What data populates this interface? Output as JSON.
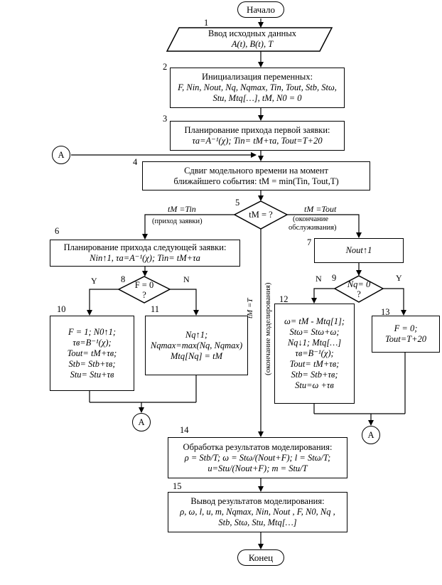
{
  "start": "Начало",
  "end": "Конец",
  "connector": "A",
  "steps": {
    "s1": {
      "num": "1",
      "lines": [
        "Ввод исходных данных",
        "A(t), B(t), T"
      ]
    },
    "s2": {
      "num": "2",
      "lines": [
        "Инициализация переменных:",
        "F, Nin, Nout, Nq, Nqmax, Tin, Tout, Stb, Stω,",
        "Stu, Mtq[…], tM, N0 = 0"
      ]
    },
    "s3": {
      "num": "3",
      "lines": [
        "Планирование прихода первой заявки:",
        "τa=A⁻¹(χ); Tin= tM+τa, Tout=T+20"
      ]
    },
    "s4": {
      "num": "4",
      "lines": [
        "Сдвиг модельного времени на момент",
        "ближайшего события: tM = min(Tin, Tout,T)"
      ]
    },
    "s5": {
      "num": "5",
      "lines": [
        "tM = ?"
      ]
    },
    "s6": {
      "num": "6",
      "lines": [
        "Планирование прихода следующей заявки:",
        "Nin↑1, τa=A⁻¹(χ); Tin= tM+τa"
      ]
    },
    "s7": {
      "num": "7",
      "lines": [
        "Nout↑1"
      ]
    },
    "s8": {
      "num": "8",
      "lines": [
        "F = 0",
        "?"
      ]
    },
    "s9": {
      "num": "9",
      "lines": [
        "Nq= 0",
        "?"
      ]
    },
    "s10": {
      "num": "10",
      "lines": [
        "F = 1; N0↑1;",
        "τв=B⁻¹(χ);",
        "Tout= tM+τв;",
        "Stb= Stb+τв;",
        "Stu= Stu+τв"
      ]
    },
    "s11": {
      "num": "11",
      "lines": [
        "Nq↑1;",
        "Nqmax=max(Nq, Nqmax)",
        "Mtq[Nq] = tM"
      ]
    },
    "s12": {
      "num": "12",
      "lines": [
        "ω= tM - Mtq[1];",
        "Stω= Stω+ω;",
        "Nq↓1; Mtq[…]",
        "τв=B⁻¹(χ);",
        "Tout= tM+τв;",
        "Stb= Stb+τв;",
        "Stu=ω +τв"
      ]
    },
    "s13": {
      "num": "13",
      "lines": [
        "F = 0;",
        "Tout=T+20"
      ]
    },
    "s14": {
      "num": "14",
      "lines": [
        "Обработка результатов моделирования:",
        "ρ = Stb/T; ω = Stω/(Nout+F); l = Stω/T;",
        "u=Stu/(Nout+F); m = Stu/T"
      ]
    },
    "s15": {
      "num": "15",
      "lines": [
        "Вывод результатов моделирования:",
        "ρ, ω, l, u, m, Nqmax, Nin, Nout , F, N0, Nq ,",
        "Stb, Stω, Stu, Mtq[…]"
      ]
    }
  },
  "labels": {
    "tin_branch": "tM =Tin",
    "tin_note": "(приход заявки)",
    "tout_branch": "tM =Tout",
    "tout_note1": "(окончание",
    "tout_note2": "обслуживания)",
    "t_branch": "tM =T",
    "t_note": "(окончание моделирования)",
    "y": "Y",
    "n": "N"
  }
}
